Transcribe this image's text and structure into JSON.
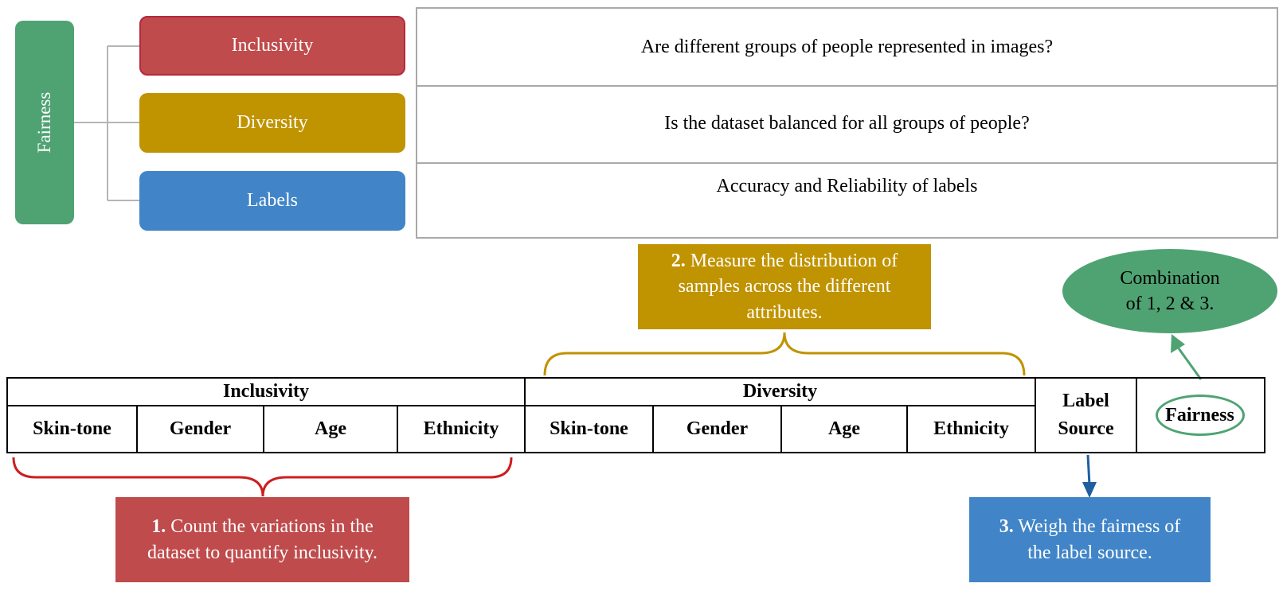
{
  "taxonomy": {
    "root_label": "Fairness",
    "categories": [
      {
        "label": "Inclusivity",
        "description": "Are different groups of people represented in images?"
      },
      {
        "label": "Diversity",
        "description": "Is the dataset balanced for all groups of people?"
      },
      {
        "label": "Labels",
        "description": "Accuracy and Reliability of labels"
      }
    ]
  },
  "table": {
    "inclusivity_header": "Inclusivity",
    "diversity_header": "Diversity",
    "inclusivity_attrs": [
      "Skin-tone",
      "Gender",
      "Age",
      "Ethnicity"
    ],
    "diversity_attrs": [
      "Skin-tone",
      "Gender",
      "Age",
      "Ethnicity"
    ],
    "label_source_line1": "Label",
    "label_source_line2": "Source",
    "fairness": "Fairness"
  },
  "callouts": {
    "step1": {
      "num": "1.",
      "line1": " Count the variations in the",
      "line2": "dataset to quantify inclusivity."
    },
    "step2": {
      "num": "2.",
      "line1": " Measure the distribution of",
      "line2": "samples across the different",
      "line3": "attributes."
    },
    "step3": {
      "num": "3.",
      "line1": " Weigh the fairness of",
      "line2": "the label source."
    },
    "combination": {
      "line1": "Combination",
      "line2": "of 1, 2 & 3."
    }
  },
  "colors": {
    "green": "#4fa373",
    "red": "#bf4b4c",
    "gold": "#c09300",
    "blue": "#4185c8",
    "connector_gray": "#b5b5b5",
    "arrow_blue": "#1f5fa0"
  }
}
